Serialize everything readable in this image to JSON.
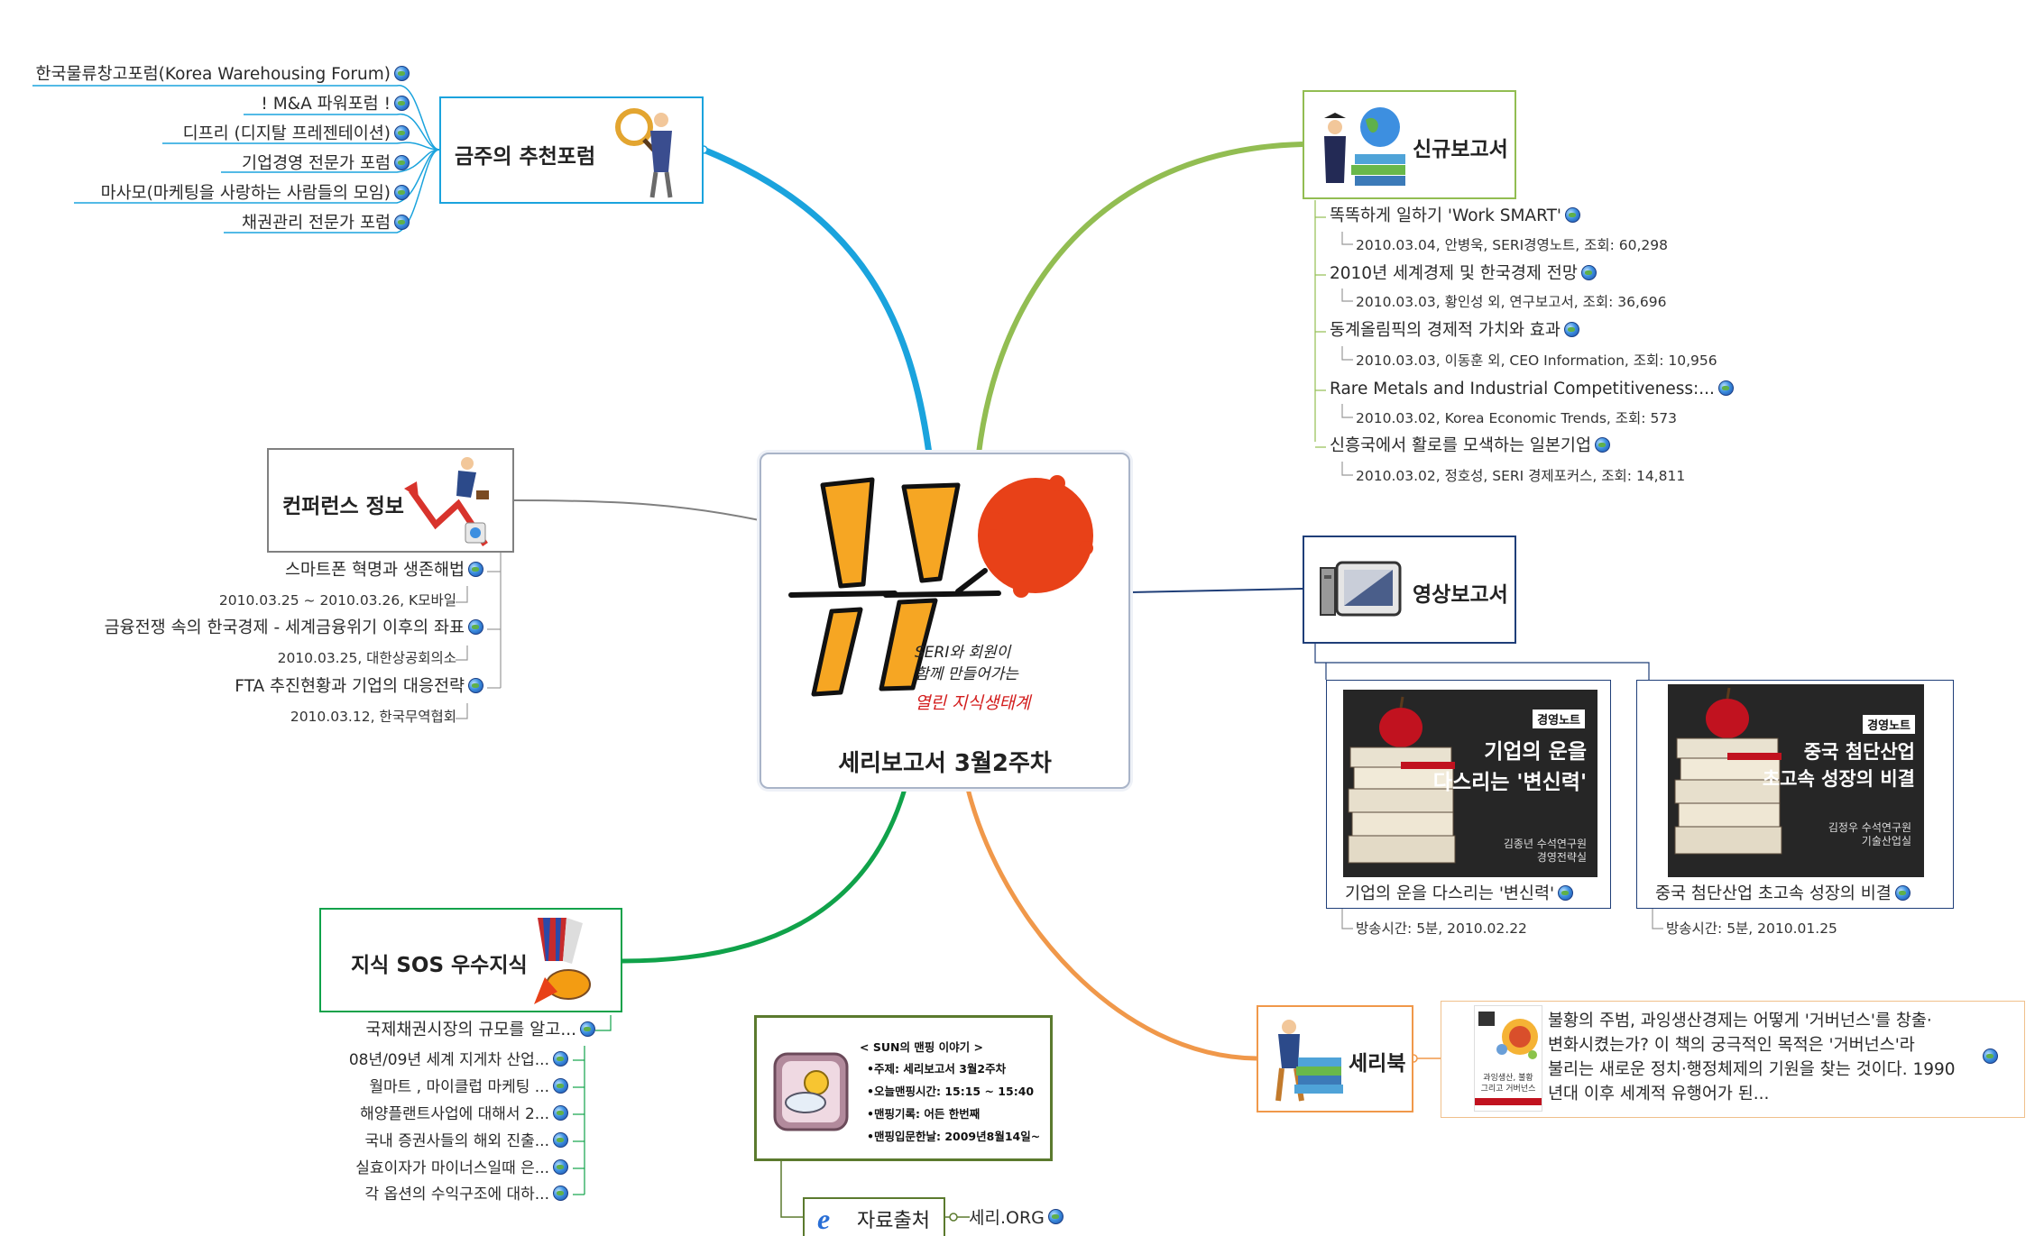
{
  "central": {
    "title": "세리보고서 3월2주차",
    "slogan": [
      "SERI와 회원이",
      "함께 만들어가는"
    ],
    "slogan_red": "열린 지식생태계"
  },
  "forum": {
    "title": "금주의 추천포럼",
    "items": [
      "한국물류창고포럼(Korea Warehousing Forum)",
      "! M&A 파워포럼 !",
      "디프리 (디지탈 프레젠테이션)",
      "기업경영 전문가 포럼",
      "마사모(마케팅을 사랑하는 사람들의 모임)",
      "채권관리 전문가 포럼"
    ]
  },
  "conference": {
    "title": "컨퍼런스 정보",
    "items": [
      {
        "label": "스마트폰 혁명과 생존해법",
        "detail": "2010.03.25 ~ 2010.03.26, K모바일"
      },
      {
        "label": "금융전쟁 속의 한국경제 - 세계금융위기 이후의 좌표",
        "detail": "2010.03.25, 대한상공회의소"
      },
      {
        "label": "FTA 추진현황과 기업의 대응전략",
        "detail": "2010.03.12, 한국무역협회"
      }
    ]
  },
  "sos": {
    "title": "지식 SOS 우수지식",
    "items": [
      "국제채권시장의 규모를 알고...",
      "08년/09년 세계 지게차 산업...",
      "월마트 , 마이클럽 마케팅 ...",
      "해양플랜트사업에 대해서 2...",
      "국내 증권사들의 해외 진출...",
      "실효이자가 마이너스일때 은...",
      "각 옵션의 수익구조에 대하..."
    ]
  },
  "memo": {
    "lines": [
      "< SUN의 맨핑 이야기 >",
      "•주제:  세리보고서  3월2주차",
      "•오늘맨핑시간:  15:15  ~  15:40",
      "•맨핑기록:  어든  한번째",
      "•맨핑입문한날:  2009년8월14일~"
    ]
  },
  "source": {
    "title": "자료출처",
    "link": "세리.ORG"
  },
  "new_reports": {
    "title": "신규보고서",
    "items": [
      {
        "label": "똑똑하게 일하기 'Work SMART'",
        "detail": "2010.03.04, 안병욱, SERI경영노트, 조회: 60,298"
      },
      {
        "label": "2010년 세계경제 및 한국경제 전망",
        "detail": "2010.03.03, 황인성 외, 연구보고서, 조회: 36,696"
      },
      {
        "label": "동계올림픽의 경제적 가치와 효과",
        "detail": "2010.03.03, 이동훈 외, CEO Information, 조회: 10,956"
      },
      {
        "label": "Rare Metals and Industrial Competitiveness:...",
        "detail": "2010.03.02, Korea Economic Trends, 조회: 573"
      },
      {
        "label": "신흥국에서 활로를 모색하는 일본기업",
        "detail": "2010.03.02, 정호성, SERI 경제포커스, 조회: 14,811"
      }
    ]
  },
  "video": {
    "title": "영상보고서",
    "items": [
      {
        "badge": "경영노트",
        "cover_title": [
          "기업의 운을",
          "다스리는 '변신력'"
        ],
        "cover_author": [
          "김종년 수석연구원",
          "경영전략실"
        ],
        "label": "기업의 운을 다스리는 '변신력'",
        "detail": "방송시간: 5분, 2010.02.22"
      },
      {
        "badge": "경영노트",
        "cover_title": [
          "중국 첨단산업",
          "초고속 성장의 비결"
        ],
        "cover_author": [
          "김정우 수석연구원",
          "기술산업실"
        ],
        "label": "중국 첨단산업 초고속 성장의 비결",
        "detail": "방송시간: 5분, 2010.01.25"
      }
    ]
  },
  "book": {
    "title": "세리북",
    "text": [
      "불황의 주범, 과잉생산경제는 어떻게 '거버넌스'를 창출·",
      "변화시켰는가? 이 책의 궁극적인 목적은 '거버넌스'라",
      "불리는 새로운 정치·행정체제의 기원을 찾는 것이다. 1990",
      "년대 이후 세계적 유행어가 된..."
    ],
    "cover_text": [
      "과잉생산, 불황",
      "그리고 거버넌스"
    ]
  },
  "colors": {
    "forum": "#1aa3dd",
    "new_reports": "#92bd52",
    "conference": "#808080",
    "video": "#1f3e78",
    "sos": "#10a24a",
    "book": "#f0984a",
    "accent_red": "#e84118"
  }
}
